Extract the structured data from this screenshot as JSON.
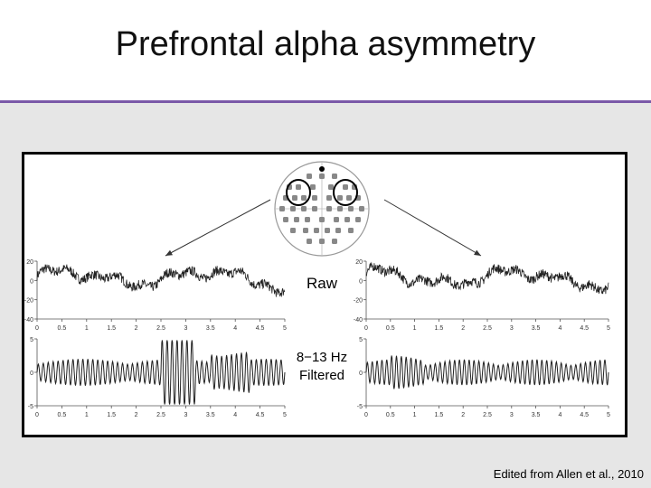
{
  "slide": {
    "title": "Prefrontal alpha asymmetry",
    "caption": "Edited from Allen et al., 2010"
  },
  "figure": {
    "label_raw": "Raw",
    "label_filtered_line1": "8−13 Hz",
    "label_filtered_line2": "Filtered",
    "raw_y_ticks": [
      "20",
      "0",
      "-20",
      "-40"
    ],
    "filtered_y_ticks": [
      "5",
      "0",
      "-5"
    ],
    "x_ticks": [
      "0",
      "0.5",
      "1",
      "1.5",
      "2",
      "2.5",
      "3",
      "3.5",
      "4",
      "4.5",
      "5"
    ],
    "x_range": [
      0,
      5
    ],
    "raw_y_range": [
      -40,
      20
    ],
    "filtered_y_range": [
      -5,
      5
    ],
    "colors": {
      "accent_rule": "#7b59a8",
      "background": "#e6e6e6",
      "trace": "#222222"
    }
  }
}
